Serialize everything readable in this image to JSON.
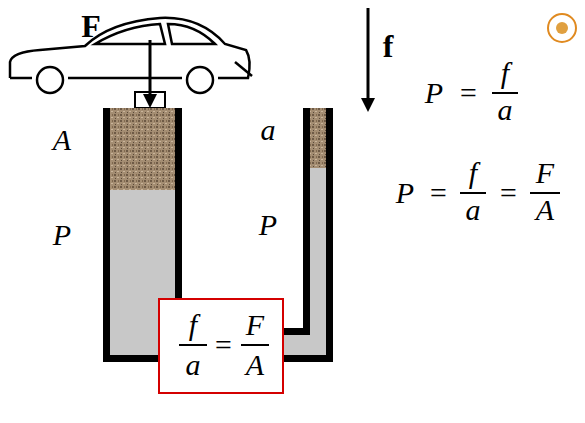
{
  "diagram": {
    "nodes": [
      {
        "text": [
          "f",
          "a",
          "=",
          "F",
          "A"
        ]
      }
    ],
    "labels": [
      "F",
      "f",
      "A",
      "a",
      "P",
      "=",
      "f",
      "a",
      "P",
      "P",
      "P",
      "=",
      "f",
      "a",
      "=",
      "F",
      "A"
    ]
  }
}
